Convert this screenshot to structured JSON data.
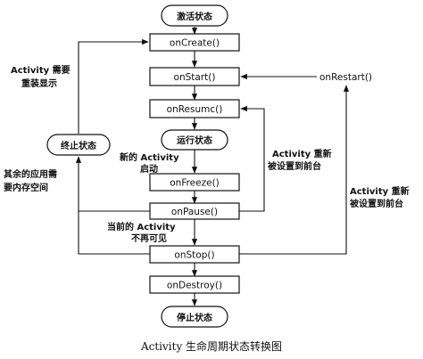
{
  "states": {
    "activate": "激活状态",
    "running": "运行状态",
    "terminated": "终止状态",
    "stopped": "停止状态"
  },
  "methods": {
    "on_create": "onCreate()",
    "on_start": "onStart()",
    "on_resume": "onResumc()",
    "on_freeze": "onFreeze()",
    "on_pause": "onPause()",
    "on_stop": "onStop()",
    "on_destroy": "onDestroy()",
    "on_restart": "onRestart()"
  },
  "annotations": {
    "needs_redisplay_1": "Activity 需要",
    "needs_redisplay_2": "重装显示",
    "other_apps_1": "其余的应用需",
    "other_apps_2": "要内存空间",
    "new_activity_1": "新的 Activity",
    "new_activity_2": "启动",
    "current_invisible_1": "当前的 Activity",
    "current_invisible_2": "不再可见",
    "reset_front_1": "Activity 重新",
    "reset_front_2": "被设置到前台",
    "reset_front_b_1": "Activity 重新",
    "reset_front_b_2": "被设置到前台"
  },
  "caption": "Activity 生命周期状态转换图"
}
